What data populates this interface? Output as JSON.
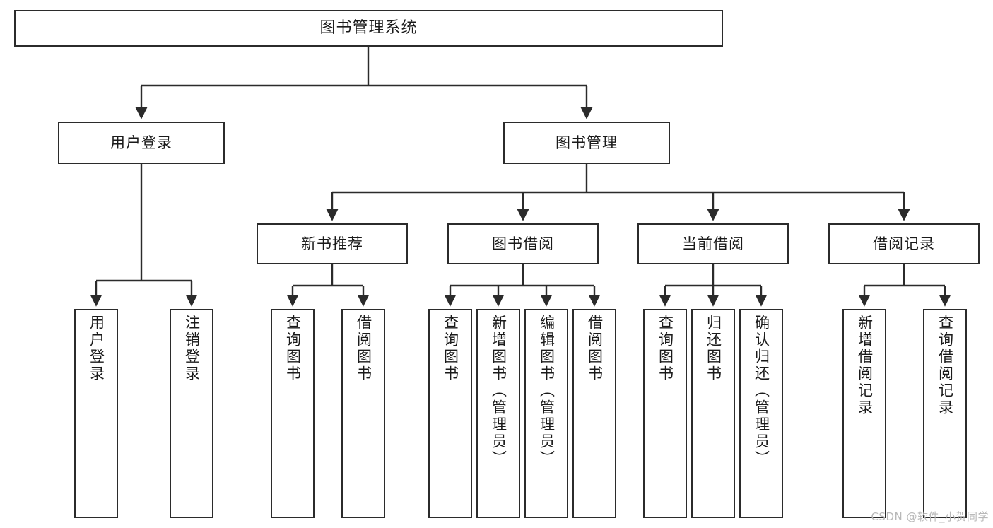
{
  "diagram": {
    "title": "图书管理系统",
    "type": "tree-hierarchy-functional-structure",
    "watermark": "CSDN @软件_小贺同学",
    "colors": {
      "box_border": "#2b2b2b",
      "box_fill": "#ffffff",
      "connector": "#2b2b2b",
      "text": "#1a1a1a",
      "watermark": "#b9b9b9",
      "background": "#ffffff"
    },
    "nodes": {
      "root": {
        "label": "图书管理系统"
      },
      "level2": [
        {
          "id": "user-login",
          "label": "用户登录"
        },
        {
          "id": "book-manage",
          "label": "图书管理"
        }
      ],
      "level3": [
        {
          "id": "new-book-recommend",
          "label": "新书推荐"
        },
        {
          "id": "book-borrow",
          "label": "图书借阅"
        },
        {
          "id": "current-borrow",
          "label": "当前借阅"
        },
        {
          "id": "borrow-record",
          "label": "借阅记录"
        }
      ],
      "leaves": {
        "user-login": [
          {
            "id": "leaf-user-login",
            "label": "用户登录"
          },
          {
            "id": "leaf-user-logout",
            "label": "注销登录"
          }
        ],
        "new-book-recommend": [
          {
            "id": "leaf-query-book-1",
            "label": "查询图书"
          },
          {
            "id": "leaf-borrow-book-1",
            "label": "借阅图书"
          }
        ],
        "book-borrow": [
          {
            "id": "leaf-query-book-2",
            "label": "查询图书"
          },
          {
            "id": "leaf-add-book",
            "label": "新增图书（管理员）"
          },
          {
            "id": "leaf-edit-book",
            "label": "编辑图书（管理员）"
          },
          {
            "id": "leaf-borrow-book-2",
            "label": "借阅图书"
          }
        ],
        "current-borrow": [
          {
            "id": "leaf-query-book-3",
            "label": "查询图书"
          },
          {
            "id": "leaf-return-book",
            "label": "归还图书"
          },
          {
            "id": "leaf-confirm-return",
            "label": "确认归还（管理员）"
          }
        ],
        "borrow-record": [
          {
            "id": "leaf-add-record",
            "label": "新增借阅记录"
          },
          {
            "id": "leaf-query-record",
            "label": "查询借阅记录"
          }
        ]
      }
    },
    "edges": [
      {
        "from": "root",
        "to": "user-login"
      },
      {
        "from": "root",
        "to": "book-manage"
      },
      {
        "from": "user-login",
        "to": "leaf-user-login"
      },
      {
        "from": "user-login",
        "to": "leaf-user-logout"
      },
      {
        "from": "book-manage",
        "to": "new-book-recommend"
      },
      {
        "from": "book-manage",
        "to": "book-borrow"
      },
      {
        "from": "book-manage",
        "to": "current-borrow"
      },
      {
        "from": "book-manage",
        "to": "borrow-record"
      },
      {
        "from": "new-book-recommend",
        "to": "leaf-query-book-1"
      },
      {
        "from": "new-book-recommend",
        "to": "leaf-borrow-book-1"
      },
      {
        "from": "book-borrow",
        "to": "leaf-query-book-2"
      },
      {
        "from": "book-borrow",
        "to": "leaf-add-book"
      },
      {
        "from": "book-borrow",
        "to": "leaf-edit-book"
      },
      {
        "from": "book-borrow",
        "to": "leaf-borrow-book-2"
      },
      {
        "from": "current-borrow",
        "to": "leaf-query-book-3"
      },
      {
        "from": "current-borrow",
        "to": "leaf-return-book"
      },
      {
        "from": "current-borrow",
        "to": "leaf-confirm-return"
      },
      {
        "from": "borrow-record",
        "to": "leaf-add-record"
      },
      {
        "from": "borrow-record",
        "to": "leaf-query-record"
      }
    ]
  }
}
